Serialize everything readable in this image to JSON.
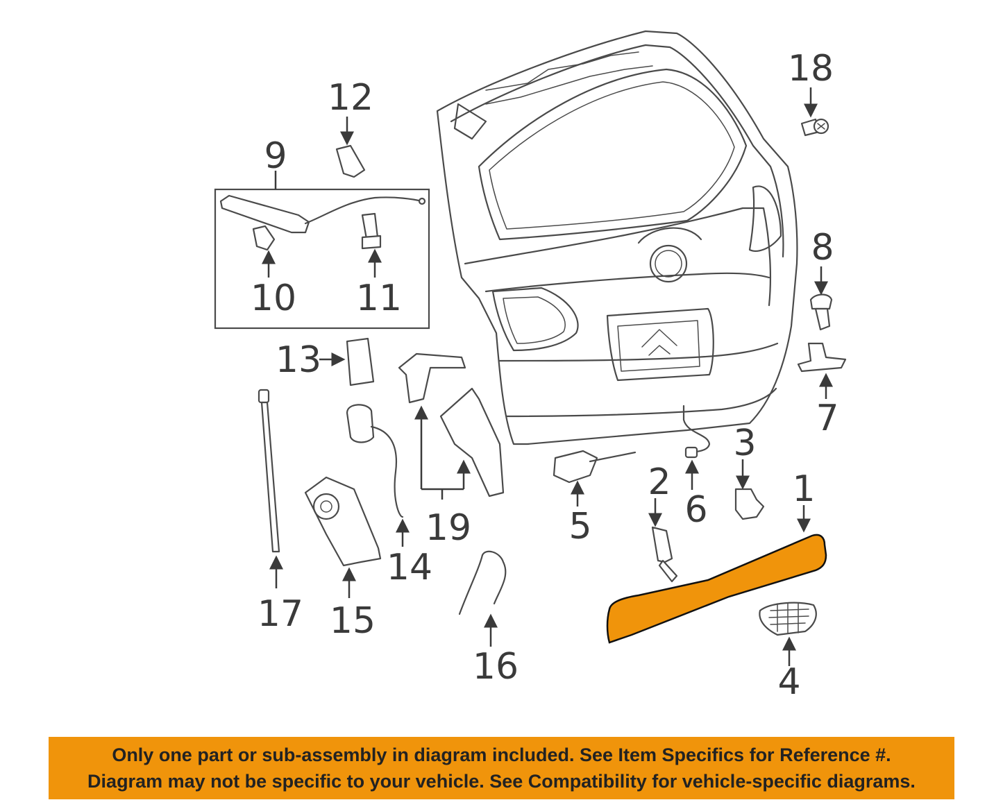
{
  "callouts": {
    "n1": "1",
    "n2": "2",
    "n3": "3",
    "n4": "4",
    "n5": "5",
    "n6": "6",
    "n7": "7",
    "n8": "8",
    "n9": "9",
    "n10": "10",
    "n11": "11",
    "n12": "12",
    "n13": "13",
    "n14": "14",
    "n15": "15",
    "n16": "16",
    "n17": "17",
    "n18": "18",
    "n19": "19"
  },
  "highlight_color": "#f0940b",
  "banner": {
    "line1": "Only one part or sub-assembly in diagram included. See Item Specifics for Reference #.",
    "line2": "Diagram may not be specific to your vehicle. See Compatibility for vehicle-specific diagrams."
  }
}
